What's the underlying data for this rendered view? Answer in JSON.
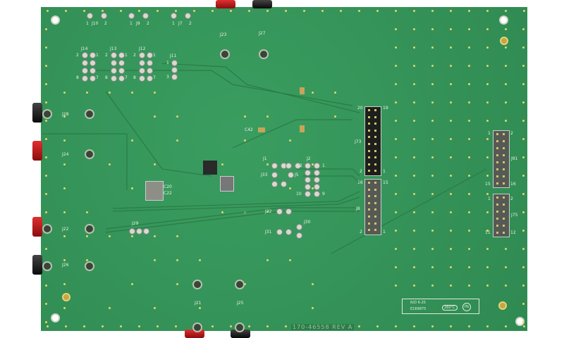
{
  "board": {
    "part_number": "170-46558 REV A",
    "ul_mark": "E169875",
    "ul_text": "R/D 6-25",
    "temp_rating": "260°C",
    "pb_mark": "Pb"
  },
  "jacks": [
    {
      "ref": "J23",
      "color": "red"
    },
    {
      "ref": "J27",
      "color": "black"
    },
    {
      "ref": "J28",
      "color": "black"
    },
    {
      "ref": "J24",
      "color": "red"
    },
    {
      "ref": "J22",
      "color": "red"
    },
    {
      "ref": "J26",
      "color": "black"
    },
    {
      "ref": "J21",
      "color": "red"
    },
    {
      "ref": "J25",
      "color": "black"
    }
  ],
  "top_headers": [
    {
      "ref": "J10",
      "pin_a": "1",
      "pin_b": "2"
    },
    {
      "ref": "J9",
      "pin_a": "1",
      "pin_b": "2"
    },
    {
      "ref": "J7",
      "pin_a": "1",
      "pin_b": "2"
    }
  ],
  "left_headers": [
    {
      "ref": "J14",
      "pin_a": "2",
      "pin_b": "1",
      "pin_c": "8",
      "pin_d": "7"
    },
    {
      "ref": "J13",
      "pin_a": "2",
      "pin_b": "1",
      "pin_c": "8",
      "pin_d": "7"
    },
    {
      "ref": "J12",
      "pin_a": "2",
      "pin_b": "1",
      "pin_c": "8",
      "pin_d": "7"
    },
    {
      "ref": "J11",
      "pin_a": "1",
      "pin_b": "3"
    }
  ],
  "center_labels": {
    "c42": "C42",
    "j1": "J1",
    "j2": "J2",
    "j33": "J33",
    "j5": "J5",
    "j32": "J32",
    "j30": "J30",
    "j31": "J31",
    "j29": "J29",
    "j2_pin2": "2",
    "j2_pin1": "1",
    "j2_pin10": "10",
    "j2_pin9": "9",
    "c20": "C20",
    "c22": "C22"
  },
  "right_headers": [
    {
      "ref": "J73",
      "pin_tl": "20",
      "pin_tr": "19",
      "pin_bl": "2",
      "pin_br": "1"
    },
    {
      "ref": "J8",
      "pin_tl": "16",
      "pin_tr": "15",
      "pin_bl": "2",
      "pin_br": "1"
    },
    {
      "ref": "J91",
      "pin_tl": "1",
      "pin_tr": "2",
      "pin_bl": "15",
      "pin_br": "16"
    },
    {
      "ref": "J75",
      "pin_tl": "1",
      "pin_tr": "2",
      "pin_bl": "11",
      "pin_br": "12"
    }
  ]
}
